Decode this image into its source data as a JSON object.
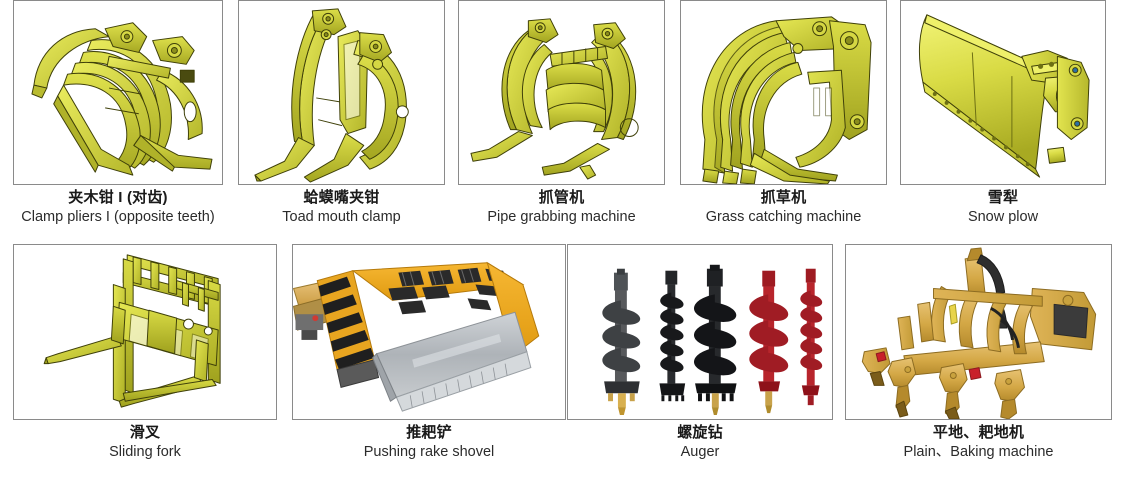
{
  "page": {
    "title": "Excavator attachment catalog",
    "background_color": "#ffffff",
    "border_color": "#8a8a8a",
    "rows": 2,
    "total_items": 9
  },
  "palette": {
    "cad_yellow_light": "#e6e84a",
    "cad_yellow": "#d9db3f",
    "cad_yellow_mid": "#c8ca33",
    "cad_yellow_dark": "#a9ab24",
    "cad_outline": "#3c3d08",
    "machine_yellow": "#f0a818",
    "machine_yellow_dark": "#c87d08",
    "machine_tan": "#dfb258",
    "steel_grey": "#b8bcc0",
    "black": "#1b1b1b",
    "red": "#c8202a"
  },
  "rows": [
    {
      "row_index": 1,
      "items": [
        {
          "id": "clamp-pliers-1",
          "icon": "clamp-pliers-opposite-teeth-icon",
          "name_cn": "夹木钳 I (对齿)",
          "name_en": "Clamp pliers I (opposite teeth)"
        },
        {
          "id": "toad-mouth-clamp",
          "icon": "toad-mouth-clamp-icon",
          "name_cn": "蛤蟆嘴夹钳",
          "name_en": "Toad mouth clamp"
        },
        {
          "id": "pipe-grabbing-machine",
          "icon": "pipe-grabbing-machine-icon",
          "name_cn": "抓管机",
          "name_en": "Pipe grabbing machine"
        },
        {
          "id": "grass-catching-machine",
          "icon": "grass-catching-machine-icon",
          "name_cn": "抓草机",
          "name_en": "Grass catching machine"
        },
        {
          "id": "snow-plow",
          "icon": "snow-plow-icon",
          "name_cn": "雪犁",
          "name_en": "Snow plow"
        }
      ]
    },
    {
      "row_index": 2,
      "items": [
        {
          "id": "sliding-fork",
          "icon": "sliding-fork-icon",
          "name_cn": "滑叉",
          "name_en": "Sliding fork"
        },
        {
          "id": "pushing-rake-shovel",
          "icon": "pushing-rake-shovel-icon",
          "name_cn": "推耙铲",
          "name_en": "Pushing rake shovel"
        },
        {
          "id": "auger",
          "icon": "auger-icon",
          "name_cn": "螺旋钻",
          "name_en": "Auger"
        },
        {
          "id": "plain-baking-machine",
          "icon": "plain-baking-machine-icon",
          "name_cn": "平地、耙地机",
          "name_en": "Plain、Baking machine"
        }
      ]
    }
  ]
}
